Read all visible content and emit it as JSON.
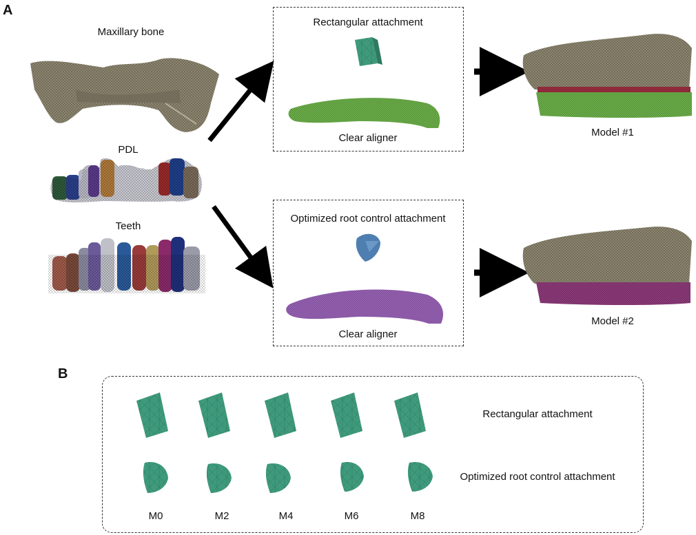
{
  "panel_a": {
    "letter": "A",
    "maxillary_bone": "Maxillary bone",
    "pdl": "PDL",
    "teeth": "Teeth",
    "top_box": {
      "attachment_label": "Rectangular attachment",
      "aligner_label": "Clear aligner"
    },
    "bottom_box": {
      "attachment_label": "Optimized root control attachment",
      "aligner_label": "Clear aligner"
    },
    "model_1": "Model #1",
    "model_2": "Model #2"
  },
  "panel_b": {
    "letter": "B",
    "row_1_label": "Rectangular attachment",
    "row_2_label": "Optimized root control attachment",
    "columns": [
      "M0",
      "M2",
      "M4",
      "M6",
      "M8"
    ]
  },
  "colors": {
    "bone": "#8d8670",
    "mesh_green": "#6db24a",
    "mesh_purple": "#9a63b8",
    "model_purple": "#8e3a7a",
    "attachment_teal": "#3f9a7c",
    "attachment_blue": "#4f7fb0"
  }
}
